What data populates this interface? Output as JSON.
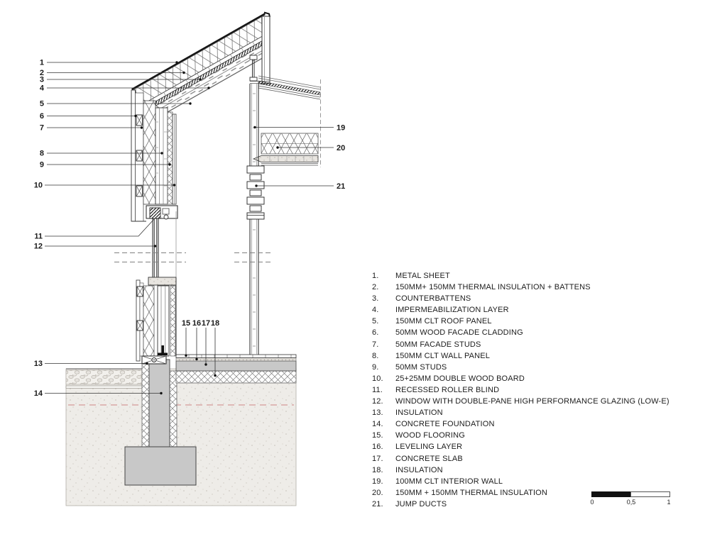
{
  "drawing": {
    "callouts": {
      "c1": "1",
      "c2": "2",
      "c3": "3",
      "c4": "4",
      "c5": "5",
      "c6": "6",
      "c7": "7",
      "c8": "8",
      "c9": "9",
      "c10": "10",
      "c11": "11",
      "c12": "12",
      "c13": "13",
      "c14": "14",
      "c15": "15",
      "c16": "16",
      "c17": "17",
      "c18": "18",
      "c19": "19",
      "c20": "20",
      "c21": "21"
    }
  },
  "legend": {
    "items": [
      {
        "num": "1.",
        "text": "METAL SHEET"
      },
      {
        "num": "2.",
        "text": "150MM+ 150MM THERMAL INSULATION + BATTENS"
      },
      {
        "num": "3.",
        "text": "COUNTERBATTENS"
      },
      {
        "num": "4.",
        "text": "IMPERMEABILIZATION LAYER"
      },
      {
        "num": "5.",
        "text": "150MM CLT ROOF PANEL"
      },
      {
        "num": "6.",
        "text": "50MM WOOD FACADE CLADDING"
      },
      {
        "num": "7.",
        "text": "50MM FACADE STUDS"
      },
      {
        "num": "8.",
        "text": "150MM CLT WALL PANEL"
      },
      {
        "num": "9.",
        "text": "50MM STUDS"
      },
      {
        "num": "10.",
        "text": "25+25MM DOUBLE WOOD BOARD"
      },
      {
        "num": "11.",
        "text": "RECESSED ROLLER BLIND"
      },
      {
        "num": "12.",
        "text": "WINDOW WITH DOUBLE-PANE HIGH PERFORMANCE GLAZING (LOW-E)"
      },
      {
        "num": "13.",
        "text": "INSULATION"
      },
      {
        "num": "14.",
        "text": "CONCRETE FOUNDATION"
      },
      {
        "num": "15.",
        "text": "WOOD FLOORING"
      },
      {
        "num": "16.",
        "text": "LEVELING LAYER"
      },
      {
        "num": "17.",
        "text": "CONCRETE SLAB"
      },
      {
        "num": "18.",
        "text": "INSULATION"
      },
      {
        "num": "19.",
        "text": "100MM CLT INTERIOR WALL"
      },
      {
        "num": "20.",
        "text": "150MM + 150MM THERMAL INSULATION"
      },
      {
        "num": "21.",
        "text": "JUMP DUCTS"
      }
    ]
  },
  "scale_bar": {
    "start": "0",
    "mid": "0,5",
    "end": "1"
  },
  "colors": {
    "concrete": "#c8c8c8",
    "ground": "#eeece8",
    "grade_line_red": "#d9a6a6",
    "line": "#333333"
  }
}
